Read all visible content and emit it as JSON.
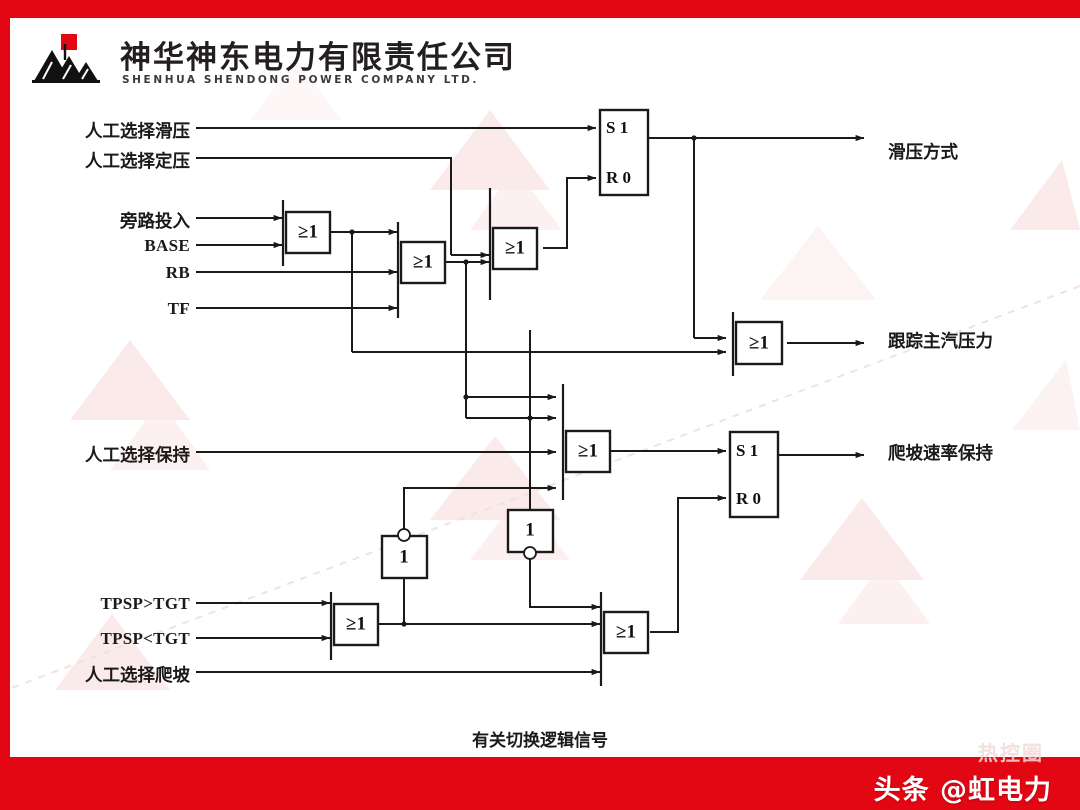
{
  "brand": {
    "name_cn": "神华神东电力有限责任公司",
    "name_en": "SHENHUA  SHENDONG  POWER  COMPANY  LTD.",
    "logo_icon": "mountain-flag-logo",
    "accent_color": "#e30613"
  },
  "caption": "有关切换逻辑信号",
  "footer": {
    "watermark": "头条 @虹电力",
    "ghost_watermark": "热控圈"
  },
  "inputs": [
    {
      "id": "in_manual_sliding",
      "label": "人工选择滑压",
      "script": "cn"
    },
    {
      "id": "in_manual_fixed",
      "label": "人工选择定压",
      "script": "cn"
    },
    {
      "id": "in_bypass",
      "label": "旁路投入",
      "script": "cn"
    },
    {
      "id": "in_base",
      "label": "BASE",
      "script": "en"
    },
    {
      "id": "in_rb",
      "label": "RB",
      "script": "en"
    },
    {
      "id": "in_tf",
      "label": "TF",
      "script": "en"
    },
    {
      "id": "in_manual_hold",
      "label": "人工选择保持",
      "script": "cn"
    },
    {
      "id": "in_tpsp_gt",
      "label": "TPSP>TGT",
      "script": "en"
    },
    {
      "id": "in_tpsp_lt",
      "label": "TPSP<TGT",
      "script": "en"
    },
    {
      "id": "in_manual_ramp",
      "label": "人工选择爬坡",
      "script": "cn"
    }
  ],
  "outputs": [
    {
      "id": "out_sliding_mode",
      "label": "滑压方式"
    },
    {
      "id": "out_track_steam",
      "label": "跟踪主汽压力"
    },
    {
      "id": "out_ramp_hold",
      "label": "爬坡速率保持"
    }
  ],
  "blocks": [
    {
      "id": "or1",
      "type": "or",
      "label": "≥1"
    },
    {
      "id": "or2",
      "type": "or",
      "label": "≥1"
    },
    {
      "id": "or3",
      "type": "or",
      "label": "≥1"
    },
    {
      "id": "or4",
      "type": "or",
      "label": "≥1"
    },
    {
      "id": "or5",
      "type": "or",
      "label": "≥1"
    },
    {
      "id": "or6",
      "type": "or",
      "label": "≥1"
    },
    {
      "id": "or7",
      "type": "or",
      "label": "≥1"
    },
    {
      "id": "not1",
      "type": "not",
      "label": "1"
    },
    {
      "id": "not2",
      "type": "not",
      "label": "1"
    },
    {
      "id": "sr1",
      "type": "sr",
      "set_label": "S  1",
      "reset_label": "R  0"
    },
    {
      "id": "sr2",
      "type": "sr",
      "set_label": "S  1",
      "reset_label": "R  0"
    }
  ]
}
